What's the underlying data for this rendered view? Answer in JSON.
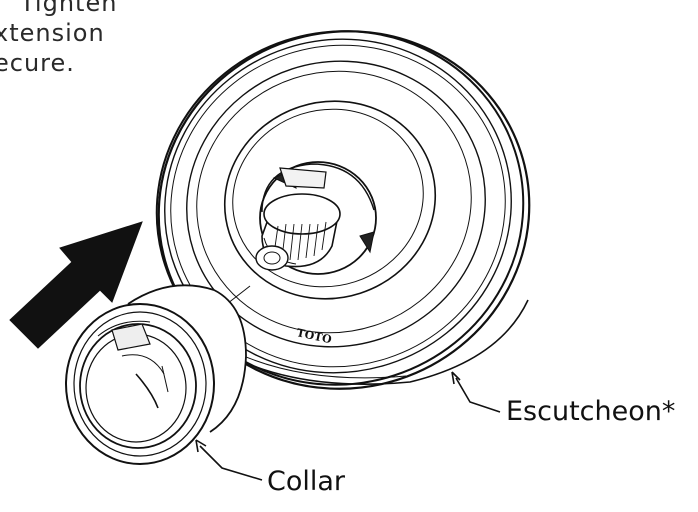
{
  "instruction": {
    "lines": [
      "Tighten",
      "xtension",
      "ecure."
    ]
  },
  "labels": {
    "escutcheon": "Escutcheon*",
    "collar": "Collar"
  },
  "logo_text": "TOTO",
  "colors": {
    "ink": "#111111",
    "text": "#2a2a2a",
    "background": "#ffffff"
  }
}
